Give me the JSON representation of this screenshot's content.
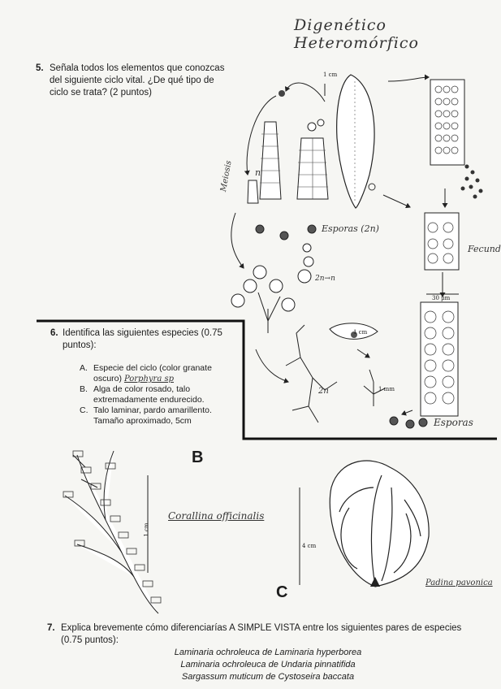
{
  "header": {
    "handwritten_title": "Digenético Heteromórfico"
  },
  "q5": {
    "number": "5.",
    "text": "Señala todos los elementos que conozcas del siguiente ciclo vital. ¿De qué tipo de ciclo se trata? (2 puntos)"
  },
  "diagram": {
    "scale_top": "1 cm",
    "scale_blade": "1 cm",
    "scale_micro": "30 µm",
    "scale_small": "1 mm",
    "hand_meiosis": "Meiosis",
    "hand_n": "n",
    "hand_esporas_2n": "Esporas (2n)",
    "hand_2n_n": "2n→n",
    "hand_fecund": "Fecund",
    "hand_2n": "2n",
    "hand_esporas": "Esporas"
  },
  "q6": {
    "number": "6.",
    "text": "Identifica las siguientes especies (0.75 puntos):",
    "options": [
      {
        "letter": "A.",
        "text": "Especie del ciclo (color granate oscuro)",
        "answer": "Porphyra sp"
      },
      {
        "letter": "B.",
        "text": "Alga de color rosado, talo extremadamente endurecido."
      },
      {
        "letter": "C.",
        "text": "Talo laminar, pardo amarillento. Tamaño aproximado, 5cm"
      }
    ]
  },
  "figures": {
    "label_b": "B",
    "label_c": "C",
    "b_scale": "1 cm",
    "c_scale": "4 cm",
    "b_answer": "Corallina officinalis",
    "c_answer": "Padina pavonica"
  },
  "q7": {
    "number": "7.",
    "text": "Explica brevemente cómo diferenciarías A SIMPLE VISTA entre los siguientes pares de especies (0.75 puntos):",
    "pairs": [
      {
        "a": "Laminaria ochroleuca",
        "sep": "de",
        "b": "Laminaria hyperborea"
      },
      {
        "a": "Laminaria ochroleuca",
        "sep": "de",
        "b": "Undaria pinnatifida"
      },
      {
        "a": "Sargassum muticum",
        "sep": "de",
        "b": "Cystoseira baccata"
      }
    ]
  }
}
